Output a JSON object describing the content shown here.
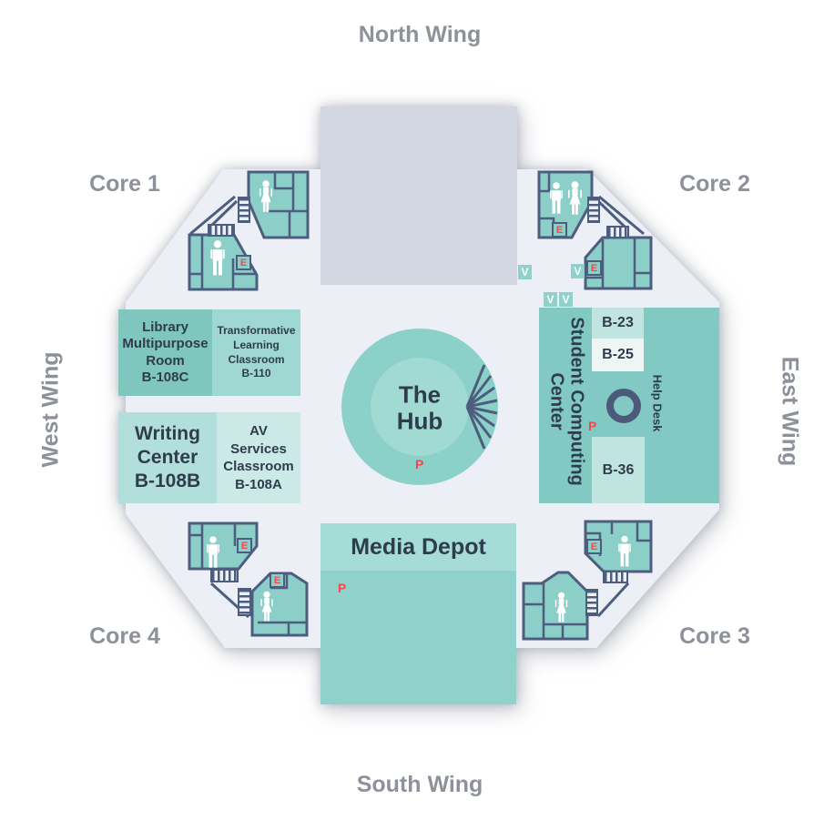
{
  "wings": {
    "north": "North Wing",
    "south": "South Wing",
    "east": "East Wing",
    "west": "West Wing"
  },
  "cores": {
    "core_1": "Core 1",
    "core_2": "Core 2",
    "core_3": "Core 3",
    "core_4": "Core 4"
  },
  "rooms": {
    "library_multipurpose": "Library\nMultipurpose\nRoom\nB-108C",
    "transformative_learning": "Transformative\nLearning\nClassroom\nB-110",
    "writing_center": "Writing\nCenter\nB-108B",
    "av_services": "AV\nServices\nClassroom\nB-108A",
    "student_computing_center": "Student Computing\nCenter",
    "b_23": "B-23",
    "b_25": "B-25",
    "b_36": "B-36",
    "help_desk": "Help Desk",
    "the_hub": "The\nHub",
    "media_depot": "Media Depot"
  },
  "markers": {
    "elevator": "E",
    "vending": "V",
    "printer": "P"
  },
  "colors": {
    "floor": "#edeff6",
    "wall": "#4d5d7e",
    "room_teal": "#8ccfc9",
    "accent_red": "#ef4a4e",
    "label_gray": "#8d9199",
    "north_block": "#d3d7e2"
  }
}
